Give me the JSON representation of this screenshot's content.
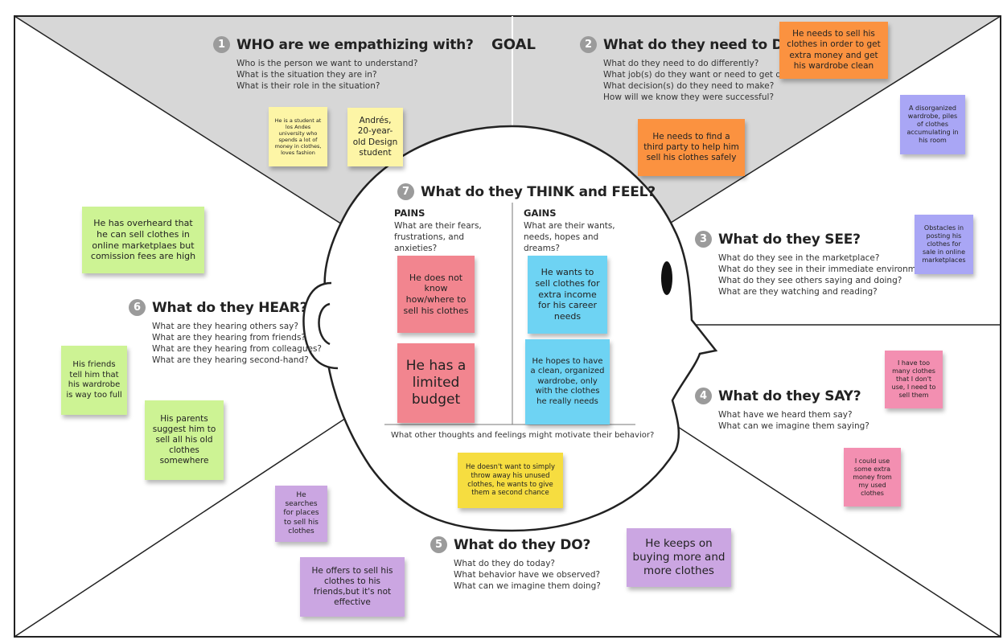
{
  "goal_label": "GOAL",
  "colors": {
    "yellow_pale": "#fdf5a6",
    "yellow": "#f6dd40",
    "orange": "#fb9240",
    "violet": "#a9a6f5",
    "pink": "#f38fb1",
    "salmon": "#f2858f",
    "cyan": "#6ed3f3",
    "green": "#cdf394",
    "purple": "#cba6e2",
    "gray_panel": "#d7d7d7"
  },
  "sections": {
    "who": {
      "number": "1",
      "title": "WHO are we empathizing with?",
      "questions": [
        "Who is the person we want to understand?",
        "What is the situation they are in?",
        "What is their role in the situation?"
      ]
    },
    "do_need": {
      "number": "2",
      "title": "What do they need to DO?",
      "questions": [
        "What do they need to do differently?",
        "What job(s) do they want or need to get done?",
        "What decision(s) do they need to make?",
        "How will we know they were successful?"
      ]
    },
    "see": {
      "number": "3",
      "title": "What do they SEE?",
      "questions": [
        "What do they see in the marketplace?",
        "What do they see in their immediate environment?",
        "What do they see others saying and doing?",
        "What are they watching and reading?"
      ]
    },
    "say": {
      "number": "4",
      "title": "What do they SAY?",
      "questions": [
        "What have we heard them say?",
        "What can we imagine them saying?"
      ]
    },
    "do": {
      "number": "5",
      "title": "What do they DO?",
      "questions": [
        "What do they do today?",
        "What behavior have we observed?",
        "What can we imagine them doing?"
      ]
    },
    "hear": {
      "number": "6",
      "title": "What do they HEAR?",
      "questions": [
        "What are they hearing others say?",
        "What are they hearing from friends?",
        "What are they hearing from colleagues?",
        "What are they hearing second-hand?"
      ]
    },
    "think": {
      "number": "7",
      "title": "What do they THINK and FEEL?",
      "pains_title": "PAINS",
      "pains_desc": "What are their fears, frustrations, and anxieties?",
      "gains_title": "GAINS",
      "gains_desc": "What are their wants, needs, hopes and dreams?",
      "bottom_question": "What other thoughts and feelings might motivate their behavior?"
    }
  },
  "notes": {
    "student": "He is a student at los Andes university who spends a lot of money in clothes, loves fashion",
    "andres": "Andrés, 20-year-old Design student",
    "sell_money": "He needs to sell his clothes in order to get extra money and get his wardrobe clean",
    "third_party": "He needs to find a third party to help him sell his clothes safely",
    "disorganized": "A disorganized wardrobe, piles of clothes accumulating in his room",
    "obstacles": "Obstacles in posting his clothes for sale in online marketplaces",
    "overheard": "He has overheard that he can sell clothes in online marketplaes but comission fees are high",
    "friends_tell": "His friends tell him that his wardrobe is way too full",
    "parents": "His parents suggest him to sell all his old clothes somewhere",
    "not_know": "He does not know how/where to sell his clothes",
    "budget": "He has a limited budget",
    "wants_sell": "He wants to sell clothes for extra income for his career needs",
    "hopes": "He hopes to have a clean, organized wardrobe, only with the clothes he really needs",
    "throw_away": "He doesn't want to simply throw away his unused clothes, he wants to give them a second chance",
    "too_many": "I have too many clothes that I don't use, I need to sell them",
    "extra_money": "I could use some extra money from my used clothes",
    "searches": "He searches for places to sell his clothes",
    "offers": "He offers to sell his clothes to his friends,but it's not effective",
    "keeps": "He keeps on buying more and more clothes"
  }
}
